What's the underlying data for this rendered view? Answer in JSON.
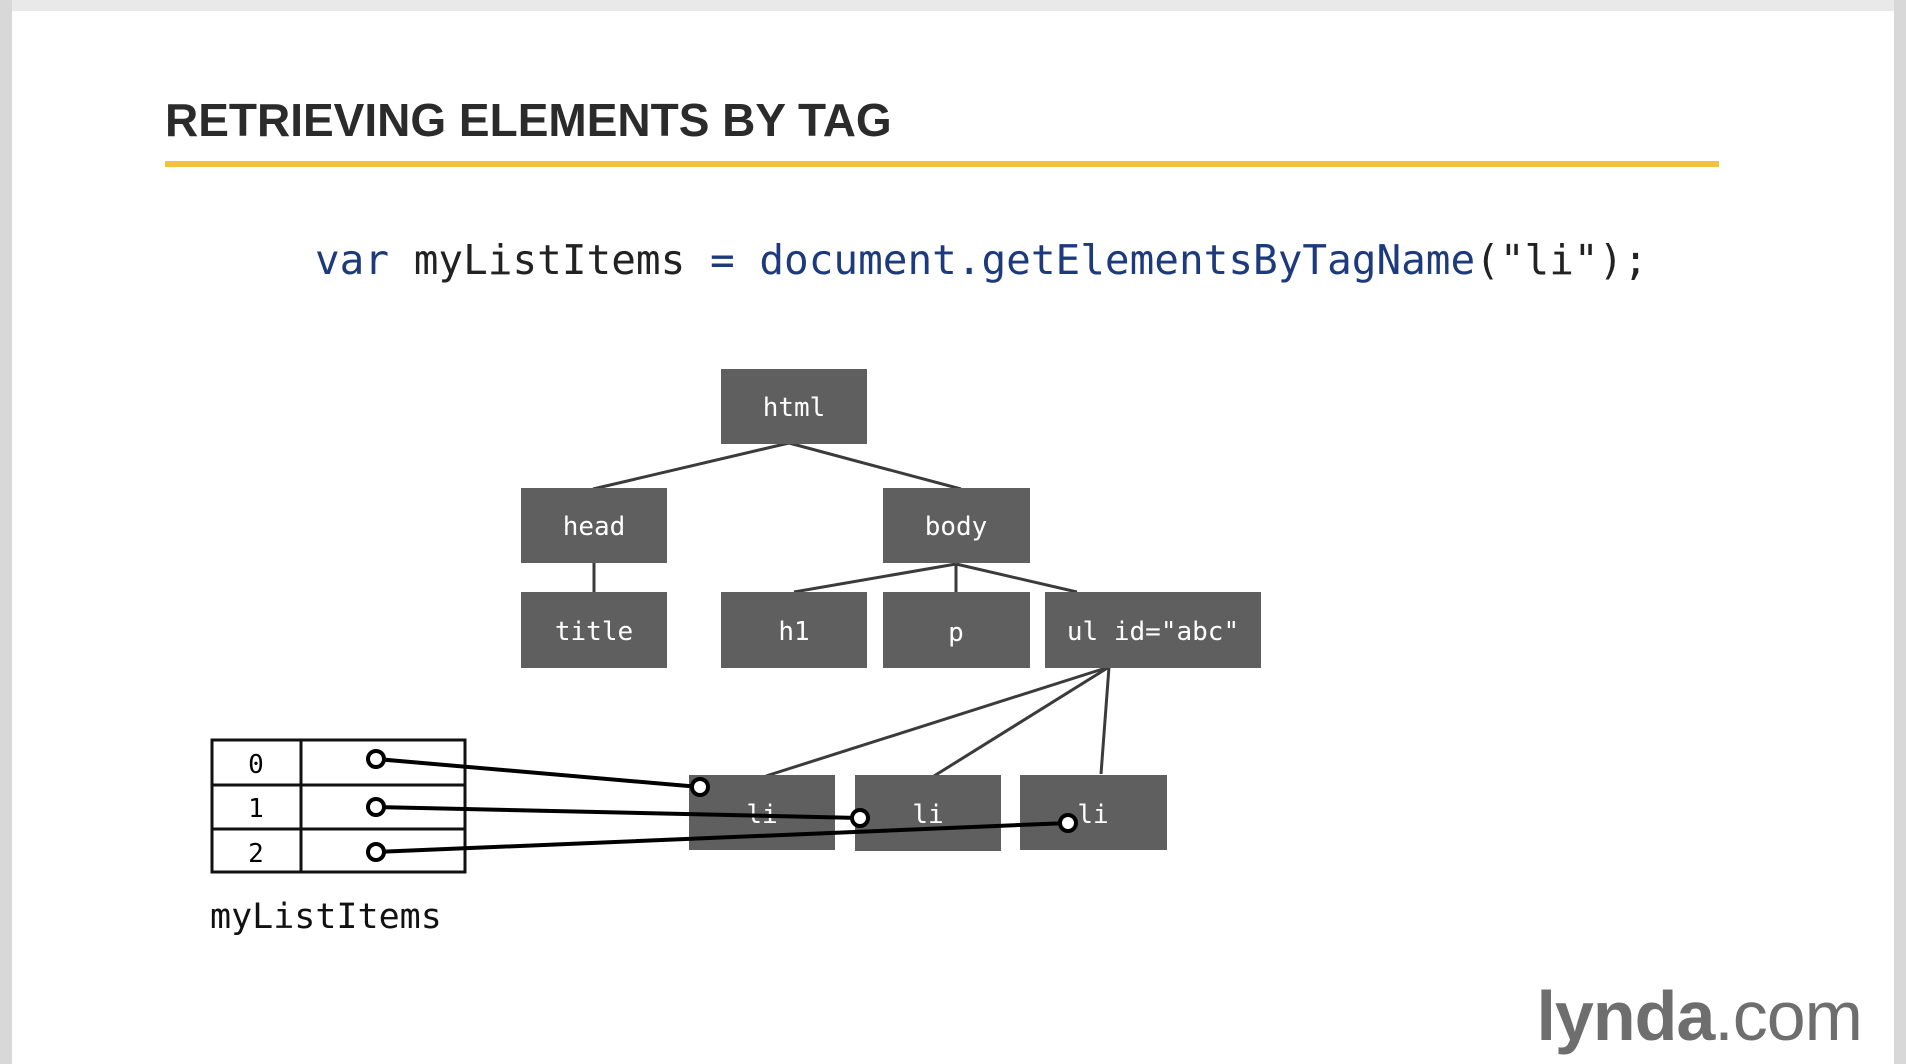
{
  "slide": {
    "title": "RETRIEVING ELEMENTS BY TAG",
    "accent_color": "#f2c13d",
    "code": {
      "tokens": [
        {
          "text": "var",
          "color": "#1d3a7c"
        },
        {
          "text": " myListItems ",
          "color": "#222222"
        },
        {
          "text": "=",
          "color": "#1d3a7c"
        },
        {
          "text": " document.getElementsByTagName",
          "color": "#1d3a7c"
        },
        {
          "text": "(\"li\");",
          "color": "#222222"
        }
      ]
    },
    "logo": {
      "main": "lynda",
      "suffix": ".com",
      "color": "#6e6e6e"
    }
  },
  "dom_tree": {
    "node_color": "#5f5f5f",
    "nodes": {
      "html": "html",
      "head": "head",
      "body": "body",
      "title": "title",
      "h1": "h1",
      "p": "p",
      "ul": "ul id=\"abc\"",
      "li_0": "li",
      "li_1": "li",
      "li_2": "li"
    },
    "edges": [
      [
        "html",
        "head"
      ],
      [
        "html",
        "body"
      ],
      [
        "head",
        "title"
      ],
      [
        "body",
        "h1"
      ],
      [
        "body",
        "p"
      ],
      [
        "body",
        "ul"
      ],
      [
        "ul",
        "li_0"
      ],
      [
        "ul",
        "li_1"
      ],
      [
        "ul",
        "li_2"
      ]
    ]
  },
  "node_list": {
    "name": "myListItems",
    "indices": [
      "0",
      "1",
      "2"
    ],
    "pointers": [
      {
        "index": "0",
        "target": "li_0"
      },
      {
        "index": "1",
        "target": "li_1"
      },
      {
        "index": "2",
        "target": "li_2"
      }
    ]
  }
}
